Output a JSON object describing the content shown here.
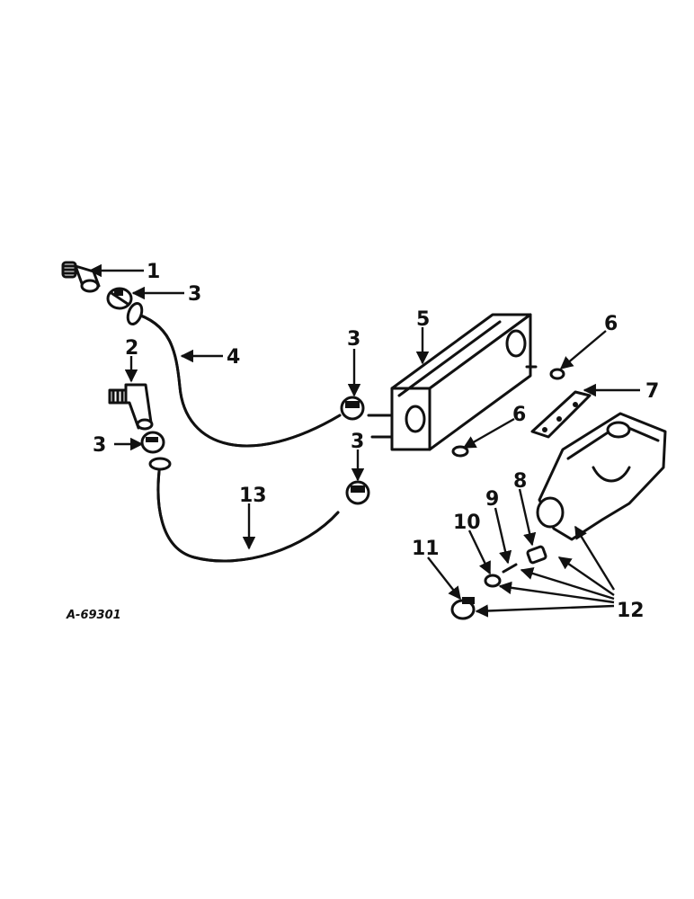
{
  "diagram": {
    "drawing_id": "A-69301",
    "callouts": {
      "c1": "1",
      "c2": "2",
      "c3a": "3",
      "c3b": "3",
      "c3c": "3",
      "c3d": "3",
      "c4": "4",
      "c5": "5",
      "c6a": "6",
      "c6b": "6",
      "c7": "7",
      "c8": "8",
      "c9": "9",
      "c10": "10",
      "c11": "11",
      "c12": "12",
      "c13": "13"
    }
  }
}
